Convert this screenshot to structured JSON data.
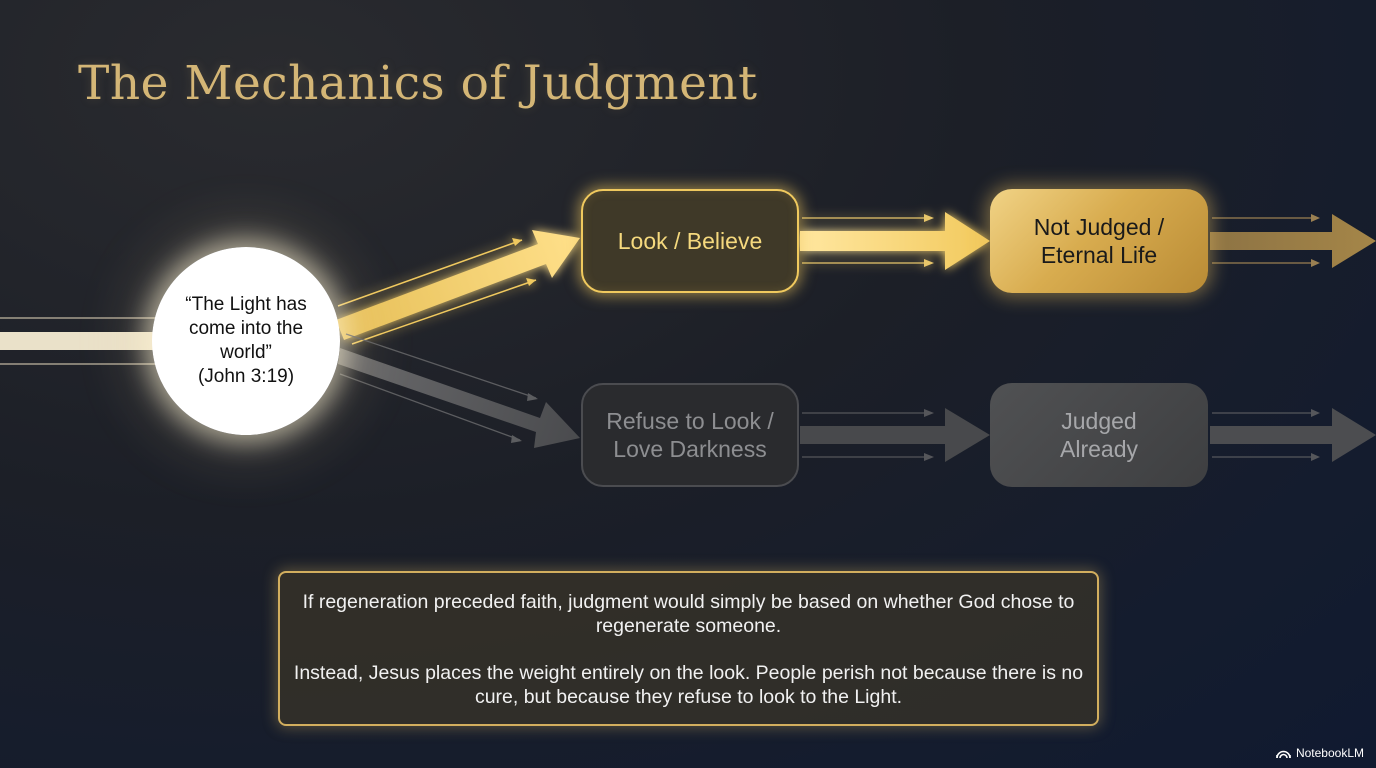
{
  "title": "The Mechanics of Judgment",
  "source": {
    "quote": "“The Light has come into the world”",
    "citation": "(John 3:19)"
  },
  "paths": {
    "believe": {
      "step": [
        "Look / Believe"
      ],
      "outcome": [
        "Not Judged /",
        "Eternal Life"
      ]
    },
    "refuse": {
      "step": [
        "Refuse to Look /",
        "Love Darkness"
      ],
      "outcome": [
        "Judged",
        "Already"
      ]
    }
  },
  "note": {
    "paragraph1": "If regeneration preceded faith, judgment would simply be based on whether God chose to regenerate someone.",
    "paragraph2": "Instead, Jesus places the weight entirely on the look. People perish not because there is no cure, but because they refuse to look to the Light."
  },
  "brand": "NotebookLM",
  "colors": {
    "gold": "#f0c95e",
    "title_gold": "#d4b676",
    "dark_path": "#4b4c50"
  }
}
